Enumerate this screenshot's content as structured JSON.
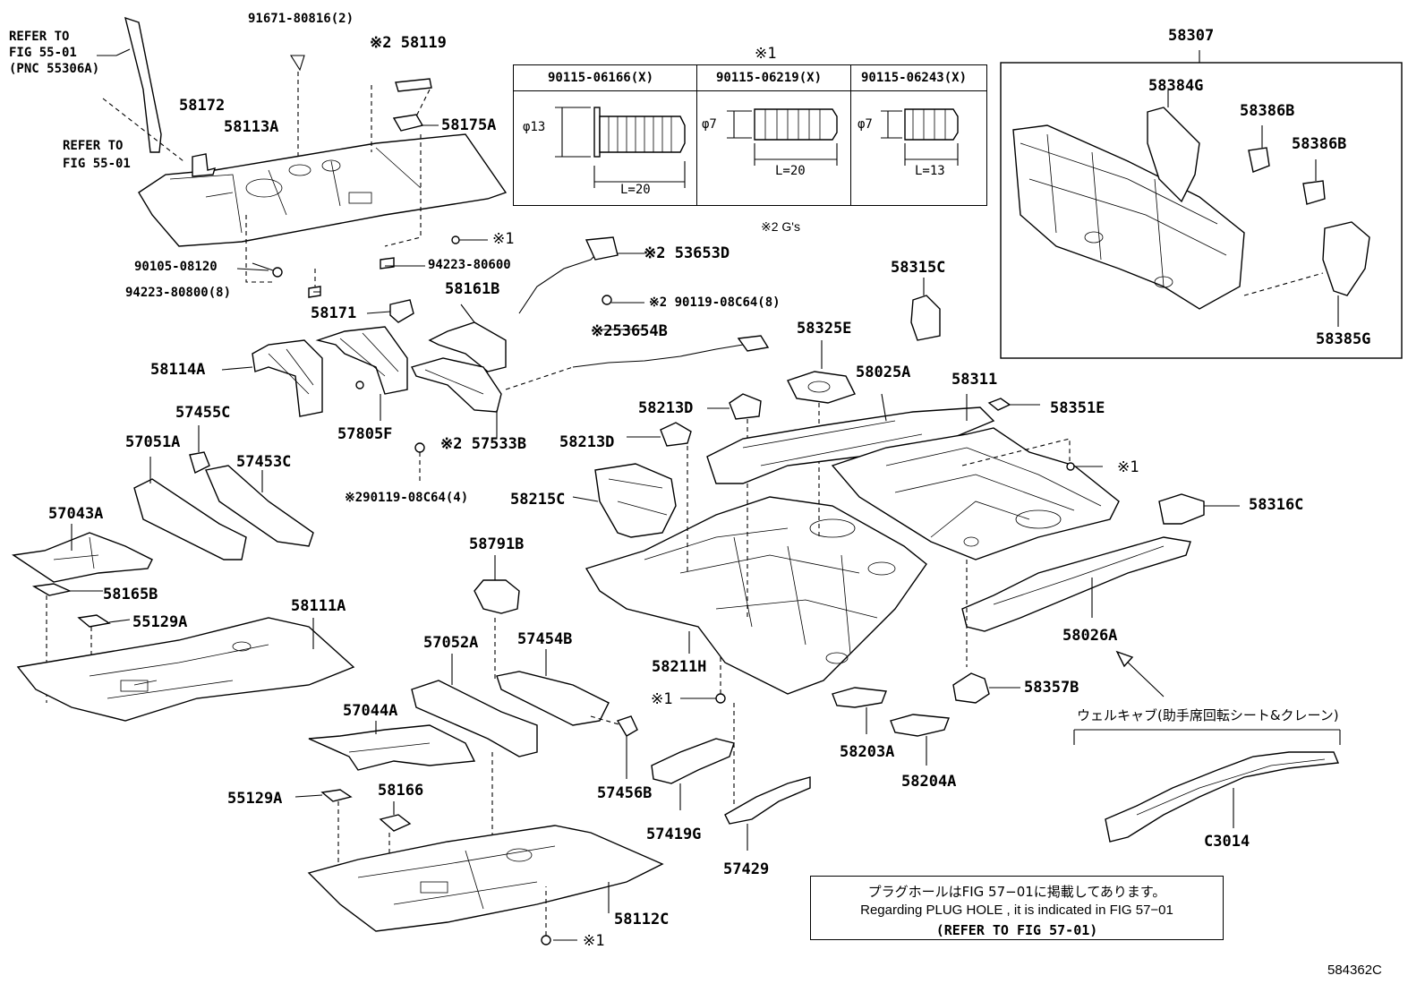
{
  "diagram_id": "584362C",
  "parts": {
    "p58307": "58307",
    "p58384G": "58384G",
    "p58386B_a": "58386B",
    "p58386B_b": "58386B",
    "p58385G": "58385G",
    "p58315C": "58315C",
    "p58325E": "58325E",
    "p58025A": "58025A",
    "p58311": "58311",
    "p58351E": "58351E",
    "p58316C": "58316C",
    "p58026A": "58026A",
    "p58357B": "58357B",
    "p58213D_a": "58213D",
    "p58213D_b": "58213D",
    "p58215C": "58215C",
    "p58211H": "58211H",
    "p58203A": "58203A",
    "p58204A": "58204A",
    "p57419G": "57419G",
    "p57429": "57429",
    "p57456B": "57456B",
    "p57454B": "57454B",
    "p57052A": "57052A",
    "p58791B": "58791B",
    "p57044A": "57044A",
    "p58166": "58166",
    "p55129A_b": "55129A",
    "p58112C": "58112C",
    "p58111A": "58111A",
    "p55129A_a": "55129A",
    "p58165B": "58165B",
    "p57043A": "57043A",
    "p57051A": "57051A",
    "p57453C": "57453C",
    "p57455C": "57455C",
    "p58114A": "58114A",
    "p57805F": "57805F",
    "p58171": "58171",
    "p58161B": "58161B",
    "p57533B": "※2 57533B",
    "p90119b": "※290119-08C64(4)",
    "p53654B": "※253654B",
    "p53653D": "※2 53653D",
    "p90119a": "※2 90119-08C64(8)",
    "p94223a": "94223-80600",
    "p94223b": "94223-80800(8)",
    "p90105": "90105-08120",
    "p58113A": "58113A",
    "p58172": "58172",
    "p58175A": "58175A",
    "p58119": "※2 58119",
    "p91671": "91671-80816(2)",
    "ref1": "REFER TO\nFIG 55-01\n(PNC 55306A)",
    "ref2": "REFER TO\nFIG 55-01",
    "c3014": "C3014",
    "mark1_a": "※1",
    "mark1_b": "※1",
    "mark1_c": "※1",
    "mark1_d": "※1"
  },
  "bolt_table": {
    "header_mark": "※1",
    "columns": [
      "90115-06166(X)",
      "90115-06219(X)",
      "90115-06243(X)"
    ],
    "dims": [
      {
        "dia": "φ13",
        "len": "L=20"
      },
      {
        "dia": "φ7",
        "len": "L=20"
      },
      {
        "dia": "φ7",
        "len": "L=13"
      }
    ],
    "footnote": "※2 G's"
  },
  "welcab_label": "ウェルキャブ(助手席回転シート&クレーン)",
  "plug_note": {
    "line1": "プラグホールはFIG 57−01に掲載してあります。",
    "line2": "Regarding  PLUG  HOLE , it is indicated in FIG  57−01",
    "line3": "(REFER TO FIG 57-01)"
  }
}
